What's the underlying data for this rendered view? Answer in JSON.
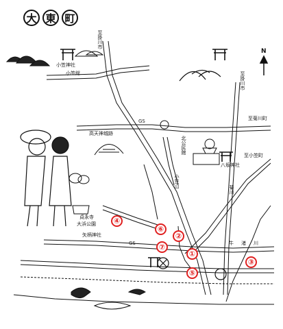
{
  "title": [
    "大",
    "東",
    "町"
  ],
  "labels": {
    "kosuge_shrine": "小笠神社",
    "kosuge_road": "小笠総",
    "kakegawa_city_left": "至掛川市",
    "kakegawa_city_right": "至掛川市",
    "gs_top": "GS",
    "gs_bottom": "GS",
    "takatenjin": "高天神城跡",
    "kitakoen": "北公民館",
    "to_kikugawa": "至菊川町",
    "to_ogasa": "至小笠町",
    "yasaka_shrine": "八坂神社",
    "teiei_park": "貞永寺",
    "oshio_park": "大浜公園",
    "yakushi_shrine": "矢柄神社",
    "river_right": "菊川",
    "river_bottom": "川",
    "nagisa": "渚",
    "road_kosuge": "小笠山",
    "ushi": "牛"
  },
  "markers": [
    "①",
    "②",
    "③",
    "④",
    "⑤",
    "⑥",
    "⑦"
  ],
  "north": "N",
  "colors": {
    "marker": "#e02020",
    "ink": "#111111"
  }
}
